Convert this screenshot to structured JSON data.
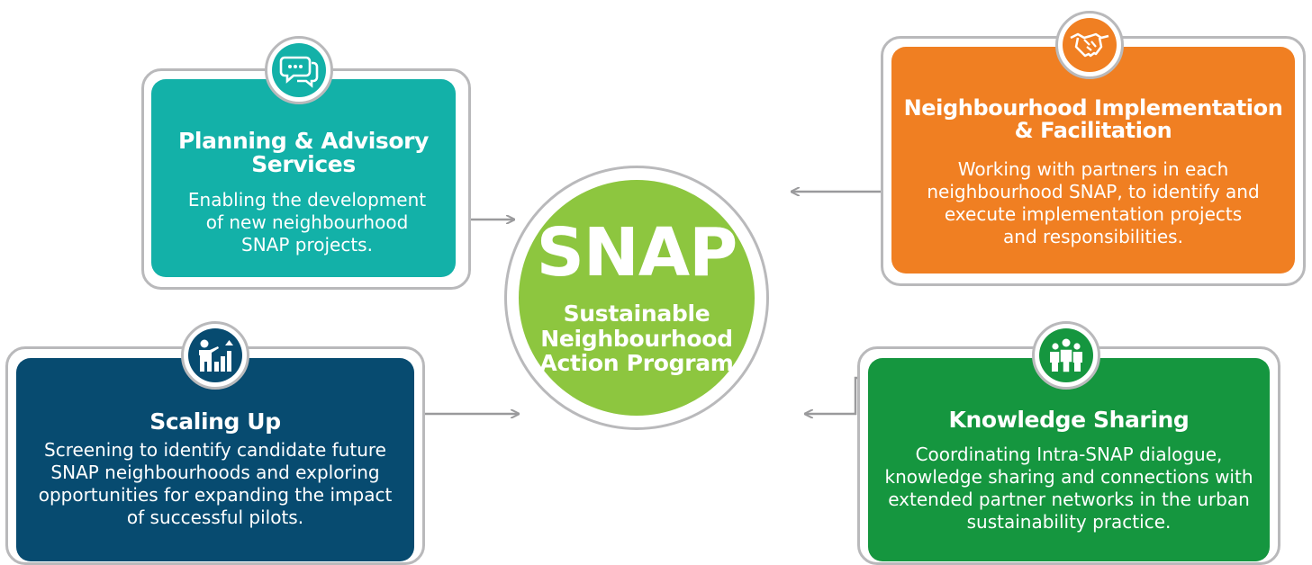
{
  "center": {
    "title": "SNAP",
    "subtitle": [
      "Sustainable",
      "Neighbourhood",
      "Action Program"
    ]
  },
  "cards": {
    "planning": {
      "title": [
        "Planning & Advisory",
        "Services"
      ],
      "desc": [
        "Enabling the development",
        "of new neighbourhood",
        "SNAP projects."
      ],
      "icon": "chat-bubbles-icon",
      "color": "#13b1a8"
    },
    "implementation": {
      "title": [
        "Neighbourhood Implementation",
        "& Facilitation"
      ],
      "desc": [
        "Working with partners in each",
        "neighbourhood SNAP, to identify and",
        "execute implementation projects",
        "and responsibilities."
      ],
      "icon": "handshake-icon",
      "color": "#f07f22"
    },
    "scaling": {
      "title": [
        "Scaling Up"
      ],
      "desc": [
        "Screening to identify candidate future",
        "SNAP neighbourhoods and exploring",
        "opportunities for expanding the impact",
        "of successful pilots."
      ],
      "icon": "presenter-growth-chart-icon",
      "color": "#074b70"
    },
    "knowledge": {
      "title": [
        "Knowledge Sharing"
      ],
      "desc": [
        "Coordinating Intra-SNAP dialogue,",
        "knowledge sharing and connections with",
        "extended partner networks in the urban",
        "sustainability practice."
      ],
      "icon": "people-group-icon",
      "color": "#15963f"
    }
  },
  "colors": {
    "center": "#8dc63f",
    "frame": "#b9b9bb",
    "arrow": "#9a9a9c"
  }
}
